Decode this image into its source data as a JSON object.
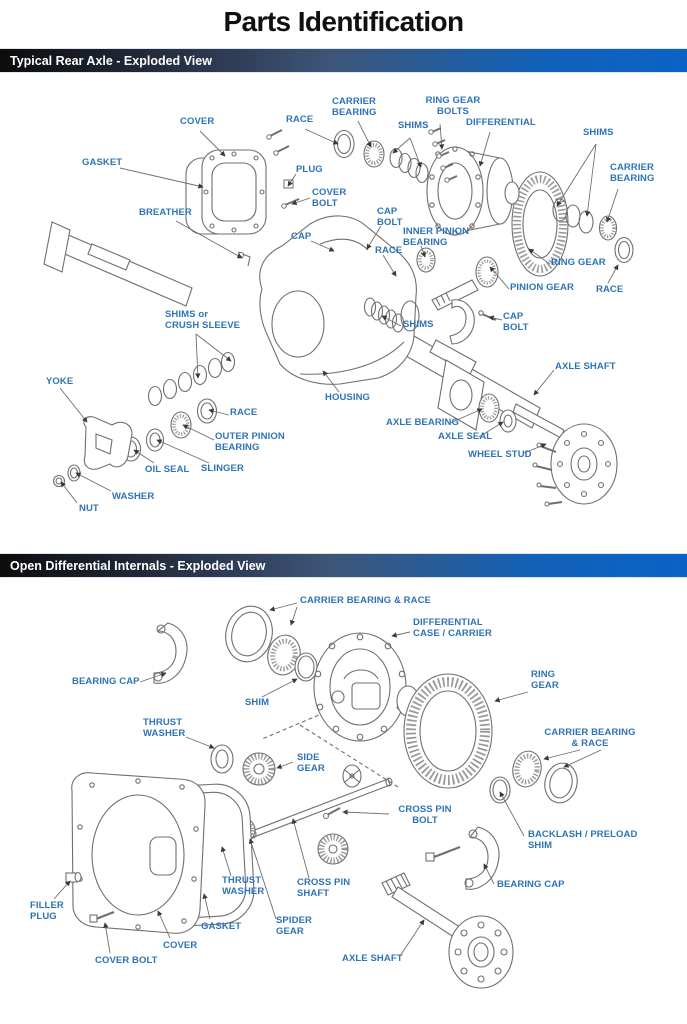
{
  "page": {
    "title": "Parts Identification"
  },
  "colors": {
    "label_blue": "#2E74B5",
    "header_text": "#FFFFFF",
    "header_gradient_left": "#0C0C0C",
    "header_gradient_mid": "#3D5577",
    "header_gradient_right": "#0B62C6",
    "line_art_gray": "#6F6F6F"
  },
  "s1": {
    "header": "Typical Rear Axle - Exploded View",
    "labels": [
      "COVER",
      "GASKET",
      "RACE",
      "CARRIER BEARING",
      "SHIMS",
      "RING GEAR BOLTS",
      "DIFFERENTIAL",
      "SHIMS",
      "CARRIER BEARING",
      "PLUG",
      "COVER BOLT",
      "BREATHER",
      "CAP",
      "CAP BOLT",
      "INNER PINION BEARING",
      "RACE",
      "RING GEAR",
      "PINION GEAR",
      "RACE",
      "CAP BOLT",
      "SHIMS or CRUSH SLEEVE",
      "SHIMS",
      "YOKE",
      "HOUSING",
      "RACE",
      "OUTER PINION BEARING",
      "AXLE SHAFT",
      "AXLE BEARING",
      "AXLE SEAL",
      "OIL SEAL",
      "SLINGER",
      "WHEEL STUD",
      "WASHER",
      "NUT"
    ]
  },
  "s2": {
    "header": "Open Differential Internals - Exploded View",
    "labels": [
      "CARRIER BEARING & RACE",
      "BEARING CAP",
      "DIFFERENTIAL CASE / CARRIER",
      "SHIM",
      "RING GEAR",
      "THRUST WASHER",
      "SIDE GEAR",
      "CARRIER BEARING & RACE",
      "CROSS PIN BOLT",
      "BACKLASH / PRELOAD SHIM",
      "BEARING CAP",
      "THRUST WASHER",
      "SPIDER GEAR",
      "CROSS PIN SHAFT",
      "FILLER PLUG",
      "COVER BOLT",
      "COVER",
      "GASKET",
      "AXLE SHAFT"
    ]
  }
}
